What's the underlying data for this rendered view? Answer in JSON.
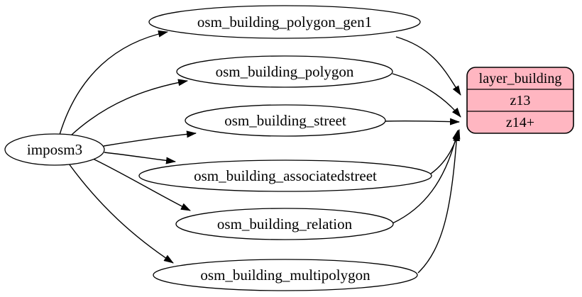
{
  "diagram": {
    "background": "#ffffff",
    "edge_color": "#000000",
    "source": {
      "label": "imposm3"
    },
    "tables": [
      {
        "label": "osm_building_polygon_gen1"
      },
      {
        "label": "osm_building_polygon"
      },
      {
        "label": "osm_building_street"
      },
      {
        "label": "osm_building_associatedstreet"
      },
      {
        "label": "osm_building_relation"
      },
      {
        "label": "osm_building_multipolygon"
      }
    ],
    "layer": {
      "title": "layer_building",
      "fill": "#ffb6c1",
      "rows": [
        {
          "label": "z13"
        },
        {
          "label": "z14+"
        }
      ]
    },
    "edges": [
      {
        "from": "imposm3",
        "to": "osm_building_polygon_gen1"
      },
      {
        "from": "imposm3",
        "to": "osm_building_polygon"
      },
      {
        "from": "imposm3",
        "to": "osm_building_street"
      },
      {
        "from": "imposm3",
        "to": "osm_building_associatedstreet"
      },
      {
        "from": "imposm3",
        "to": "osm_building_relation"
      },
      {
        "from": "imposm3",
        "to": "osm_building_multipolygon"
      },
      {
        "from": "osm_building_polygon_gen1",
        "to": "layer_building:z13"
      },
      {
        "from": "osm_building_polygon",
        "to": "layer_building:z14+"
      },
      {
        "from": "osm_building_street",
        "to": "layer_building:z14+"
      },
      {
        "from": "osm_building_associatedstreet",
        "to": "layer_building:z14+"
      },
      {
        "from": "osm_building_relation",
        "to": "layer_building:z14+"
      },
      {
        "from": "osm_building_multipolygon",
        "to": "layer_building:z14+"
      }
    ]
  }
}
